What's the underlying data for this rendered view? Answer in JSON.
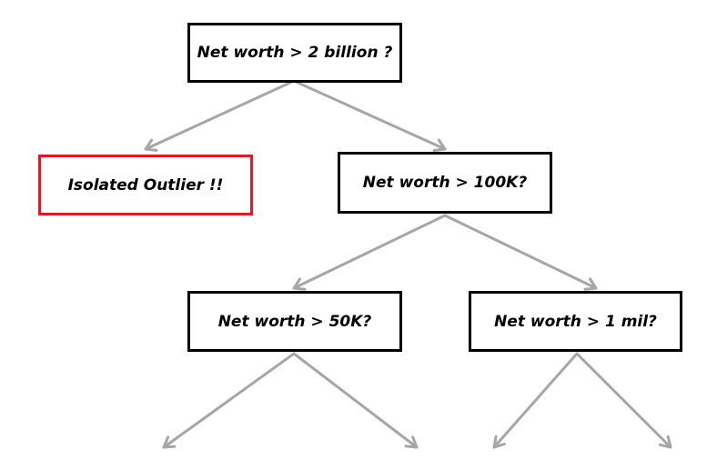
{
  "colors": {
    "node_border": "#000000",
    "outlier_border": "#e01b24",
    "edge": "#a6a6a6",
    "background": "#ffffff"
  },
  "nodes": {
    "root": {
      "label": "Net worth > 2 billion ?"
    },
    "outlier": {
      "label": "Isolated Outlier !!"
    },
    "net_worth_100k": {
      "label": "Net worth > 100K?"
    },
    "net_worth_50k": {
      "label": "Net worth > 50K?"
    },
    "net_worth_1mil": {
      "label": "Net worth > 1 mil?"
    }
  }
}
